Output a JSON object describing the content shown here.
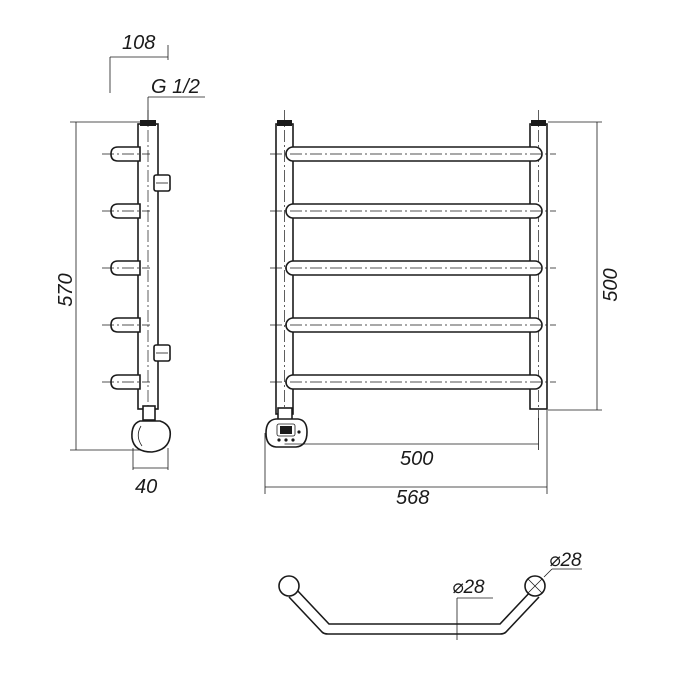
{
  "dimensions": {
    "depth_top": "108",
    "thread": "G 1/2",
    "total_height": "570",
    "heater_width": "40",
    "center_height": "500",
    "center_width": "500",
    "total_width": "568",
    "rail_diameter": "⌀28",
    "post_diameter": "⌀28"
  },
  "rails": {
    "count": 5
  },
  "colors": {
    "line": "#1a1a1a",
    "background": "#ffffff"
  }
}
